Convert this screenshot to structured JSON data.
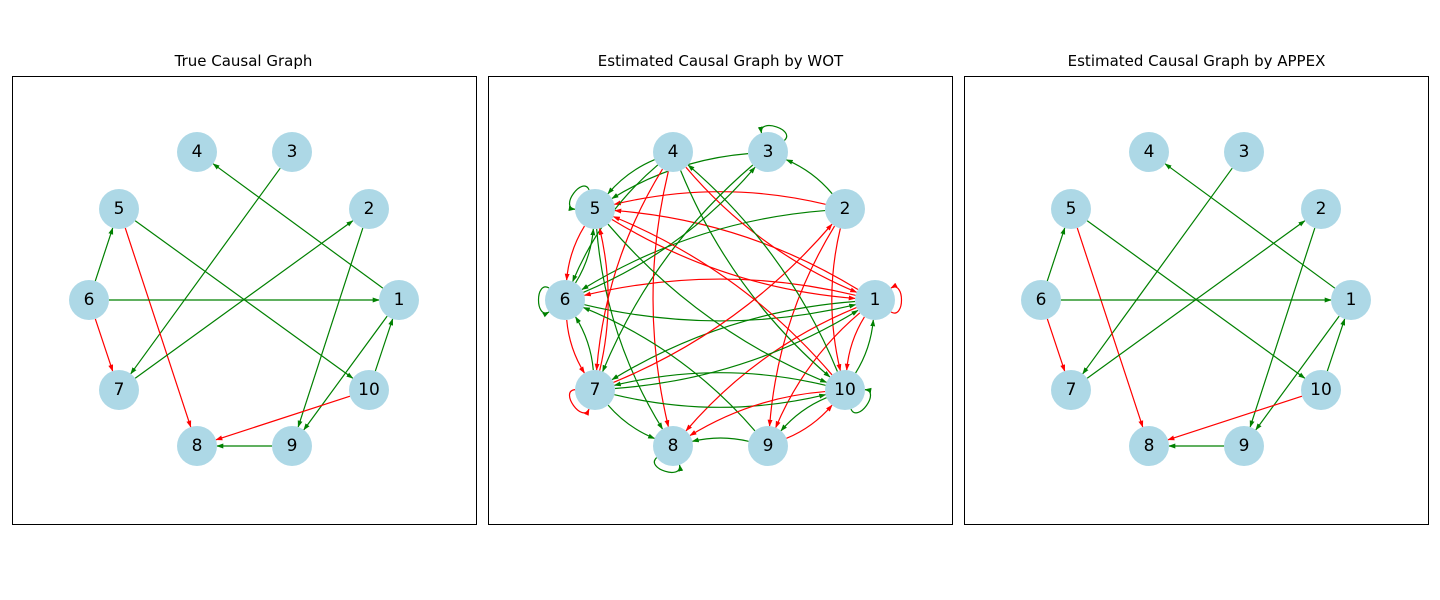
{
  "colors": {
    "node_fill": "#add8e6",
    "positive_edge": "#008000",
    "negative_edge": "#ff0000"
  },
  "node_labels": [
    "1",
    "2",
    "3",
    "4",
    "5",
    "6",
    "7",
    "8",
    "9",
    "10"
  ],
  "panels": [
    {
      "title": "True Causal Graph",
      "edges": [
        {
          "from": 1,
          "to": 4,
          "color": "green"
        },
        {
          "from": 1,
          "to": 9,
          "color": "green"
        },
        {
          "from": 2,
          "to": 9,
          "color": "green"
        },
        {
          "from": 3,
          "to": 7,
          "color": "green"
        },
        {
          "from": 5,
          "to": 10,
          "color": "green"
        },
        {
          "from": 5,
          "to": 8,
          "color": "red"
        },
        {
          "from": 6,
          "to": 5,
          "color": "green"
        },
        {
          "from": 6,
          "to": 1,
          "color": "green"
        },
        {
          "from": 6,
          "to": 7,
          "color": "red"
        },
        {
          "from": 7,
          "to": 2,
          "color": "green"
        },
        {
          "from": 9,
          "to": 8,
          "color": "green"
        },
        {
          "from": 10,
          "to": 1,
          "color": "green"
        },
        {
          "from": 10,
          "to": 8,
          "color": "red"
        }
      ]
    },
    {
      "title": "Estimated Causal Graph by WOT",
      "edges": [
        {
          "from": 1,
          "to": 1,
          "color": "red"
        },
        {
          "from": 1,
          "to": 5,
          "color": "red"
        },
        {
          "from": 1,
          "to": 6,
          "color": "red"
        },
        {
          "from": 1,
          "to": 7,
          "color": "green"
        },
        {
          "from": 1,
          "to": 8,
          "color": "red"
        },
        {
          "from": 1,
          "to": 9,
          "color": "red"
        },
        {
          "from": 1,
          "to": 10,
          "color": "red"
        },
        {
          "from": 2,
          "to": 3,
          "color": "green"
        },
        {
          "from": 2,
          "to": 5,
          "color": "red"
        },
        {
          "from": 2,
          "to": 6,
          "color": "green"
        },
        {
          "from": 2,
          "to": 9,
          "color": "red"
        },
        {
          "from": 2,
          "to": 10,
          "color": "red"
        },
        {
          "from": 3,
          "to": 3,
          "color": "green"
        },
        {
          "from": 3,
          "to": 5,
          "color": "green"
        },
        {
          "from": 3,
          "to": 7,
          "color": "green"
        },
        {
          "from": 4,
          "to": 5,
          "color": "green"
        },
        {
          "from": 4,
          "to": 6,
          "color": "green"
        },
        {
          "from": 4,
          "to": 7,
          "color": "red"
        },
        {
          "from": 4,
          "to": 8,
          "color": "red"
        },
        {
          "from": 4,
          "to": 10,
          "color": "green"
        },
        {
          "from": 4,
          "to": 1,
          "color": "red"
        },
        {
          "from": 5,
          "to": 5,
          "color": "green"
        },
        {
          "from": 5,
          "to": 6,
          "color": "red"
        },
        {
          "from": 5,
          "to": 1,
          "color": "red"
        },
        {
          "from": 5,
          "to": 8,
          "color": "green"
        },
        {
          "from": 5,
          "to": 10,
          "color": "green"
        },
        {
          "from": 6,
          "to": 6,
          "color": "green"
        },
        {
          "from": 6,
          "to": 5,
          "color": "green"
        },
        {
          "from": 6,
          "to": 7,
          "color": "red"
        },
        {
          "from": 6,
          "to": 1,
          "color": "green"
        },
        {
          "from": 6,
          "to": 3,
          "color": "green"
        },
        {
          "from": 7,
          "to": 7,
          "color": "red"
        },
        {
          "from": 7,
          "to": 8,
          "color": "green"
        },
        {
          "from": 7,
          "to": 2,
          "color": "red"
        },
        {
          "from": 7,
          "to": 6,
          "color": "green"
        },
        {
          "from": 7,
          "to": 5,
          "color": "red"
        },
        {
          "from": 7,
          "to": 10,
          "color": "green"
        },
        {
          "from": 7,
          "to": 1,
          "color": "green"
        },
        {
          "from": 8,
          "to": 8,
          "color": "green"
        },
        {
          "from": 9,
          "to": 8,
          "color": "green"
        },
        {
          "from": 9,
          "to": 10,
          "color": "red"
        },
        {
          "from": 9,
          "to": 6,
          "color": "green"
        },
        {
          "from": 10,
          "to": 10,
          "color": "green"
        },
        {
          "from": 10,
          "to": 1,
          "color": "green"
        },
        {
          "from": 10,
          "to": 4,
          "color": "green"
        },
        {
          "from": 10,
          "to": 7,
          "color": "green"
        },
        {
          "from": 10,
          "to": 8,
          "color": "red"
        },
        {
          "from": 10,
          "to": 5,
          "color": "red"
        },
        {
          "from": 10,
          "to": 9,
          "color": "green"
        }
      ]
    },
    {
      "title": "Estimated Causal Graph by APPEX",
      "edges": [
        {
          "from": 1,
          "to": 4,
          "color": "green"
        },
        {
          "from": 1,
          "to": 9,
          "color": "green"
        },
        {
          "from": 2,
          "to": 9,
          "color": "green"
        },
        {
          "from": 3,
          "to": 7,
          "color": "green"
        },
        {
          "from": 5,
          "to": 10,
          "color": "green"
        },
        {
          "from": 5,
          "to": 8,
          "color": "red"
        },
        {
          "from": 6,
          "to": 5,
          "color": "green"
        },
        {
          "from": 6,
          "to": 1,
          "color": "green"
        },
        {
          "from": 6,
          "to": 7,
          "color": "red"
        },
        {
          "from": 7,
          "to": 2,
          "color": "green"
        },
        {
          "from": 9,
          "to": 8,
          "color": "green"
        },
        {
          "from": 10,
          "to": 1,
          "color": "green"
        },
        {
          "from": 10,
          "to": 8,
          "color": "red"
        }
      ]
    }
  ]
}
